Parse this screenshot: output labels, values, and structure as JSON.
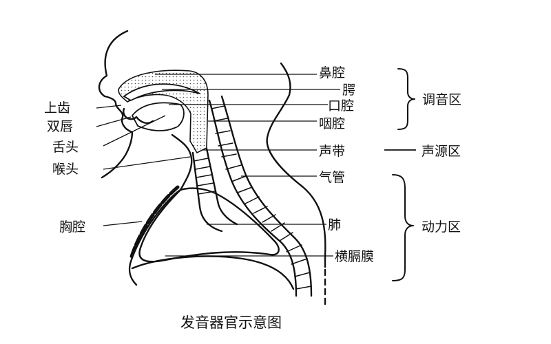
{
  "caption": "发音器官示意图",
  "labels_left": {
    "upper_teeth": "上齿",
    "lips": "双唇",
    "tongue": "舌头",
    "larynx": "喉头",
    "chest_cavity": "胸腔"
  },
  "labels_right": {
    "nasal_cavity": "鼻腔",
    "palate": "腭",
    "oral_cavity": "口腔",
    "pharynx": "咽腔",
    "vocal_cords": "声带",
    "trachea": "气管",
    "lung": "肺",
    "diaphragm": "横膈膜"
  },
  "groups": {
    "articulation": "调音区",
    "sound_source": "声源区",
    "power": "动力区"
  }
}
